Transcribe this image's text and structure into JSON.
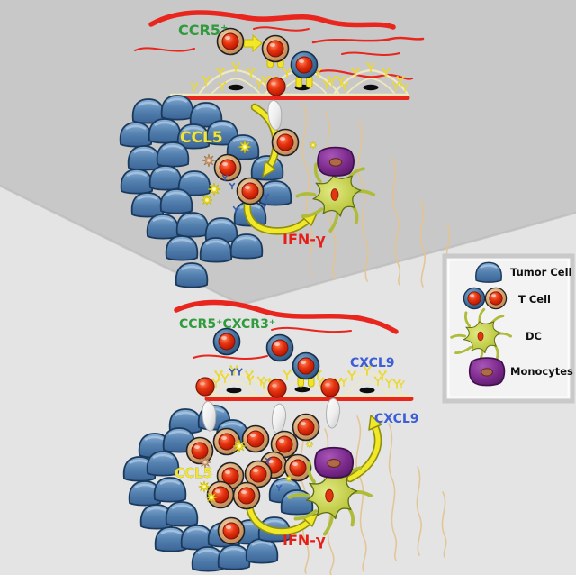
{
  "labels": {
    "top": {
      "receptor": "CCR5⁺",
      "chemokine": "CCL5",
      "cytokine": "IFN-γ"
    },
    "bottom": {
      "receptor": "CCR5⁺CXCR3⁺",
      "chemokine_vessel": "CXCL9",
      "chemokine_dc": "CXCL9",
      "chemokine_tumor": "CCL5",
      "cytokine": "IFN-γ"
    }
  },
  "legend": {
    "items": [
      {
        "icon": "tumor-cell-icon",
        "label": "Tumor Cell"
      },
      {
        "icon": "t-cell-icon",
        "label": "T Cell"
      },
      {
        "icon": "dc-icon",
        "label": "DC"
      },
      {
        "icon": "monocytes-icon",
        "label": "Monocytes"
      }
    ]
  },
  "colors": {
    "background_top": "#c8c8c8",
    "background_bottom": "#e4e4e4",
    "vessel": "#e8261d",
    "tumor_cell": "#4a76a6",
    "t_cell_core": "#e02800",
    "t_cell_ring_tan": "#cf9a66",
    "t_cell_ring_blue": "#3c6b9e",
    "dc": "#c3ce4f",
    "monocyte": "#7b2a8c",
    "label_receptor": "#2f9b3c",
    "label_ccl5": "#f2e43a",
    "label_cxcl9": "#3d5ed6",
    "label_ifng": "#e61e18"
  },
  "panels": {
    "top": {
      "tumor_cells": [
        [
          165,
          123
        ],
        [
          197,
          119
        ],
        [
          229,
          127
        ],
        [
          151,
          149
        ],
        [
          183,
          145
        ],
        [
          215,
          151
        ],
        [
          247,
          147
        ],
        [
          160,
          175
        ],
        [
          192,
          171
        ],
        [
          270,
          163
        ],
        [
          152,
          201
        ],
        [
          184,
          197
        ],
        [
          216,
          203
        ],
        [
          297,
          186
        ],
        [
          164,
          227
        ],
        [
          196,
          223
        ],
        [
          306,
          214
        ],
        [
          181,
          251
        ],
        [
          214,
          249
        ],
        [
          246,
          255
        ],
        [
          278,
          237
        ],
        [
          202,
          275
        ],
        [
          240,
          277
        ],
        [
          274,
          273
        ],
        [
          213,
          305
        ]
      ],
      "t_cells_tan": [
        [
          256,
          46
        ],
        [
          306,
          54
        ],
        [
          317,
          158
        ],
        [
          253,
          186
        ],
        [
          278,
          212
        ]
      ],
      "t_cells_blue": [
        [
          338,
          72
        ]
      ],
      "feet": [
        [
          306,
          62
        ],
        [
          338,
          84
        ]
      ],
      "red_spheres": [
        [
          307,
          96
        ]
      ],
      "drops": [
        [
          306,
          124,
          1,
          -6
        ]
      ],
      "receptors": [
        [
          216,
          96,
          0.9
        ],
        [
          247,
          95,
          0.9
        ],
        [
          288,
          93,
          0.9
        ],
        [
          310,
          95,
          0.9
        ],
        [
          363,
          93,
          0.9
        ],
        [
          383,
          95,
          0.9
        ],
        [
          440,
          95,
          0.9
        ],
        [
          450,
          97,
          0.8
        ]
      ],
      "starbursts": [
        [
          272,
          163,
          1
        ],
        [
          238,
          210,
          1
        ],
        [
          230,
          222,
          0.9
        ],
        [
          348,
          161,
          0.6
        ]
      ],
      "tan_bursts": [
        [
          232,
          178,
          1
        ]
      ],
      "blue_marks": [
        [
          250,
          197,
          1
        ],
        [
          258,
          206,
          1
        ],
        [
          296,
          218,
          1
        ],
        [
          294,
          229,
          1
        ],
        [
          262,
          232,
          1
        ]
      ]
    },
    "bottom": {
      "tumor_cells": [
        [
          206,
          467
        ],
        [
          238,
          463
        ],
        [
          172,
          494
        ],
        [
          199,
          488
        ],
        [
          258,
          479
        ],
        [
          155,
          520
        ],
        [
          181,
          514
        ],
        [
          161,
          547
        ],
        [
          189,
          543
        ],
        [
          174,
          573
        ],
        [
          202,
          570
        ],
        [
          190,
          598
        ],
        [
          219,
          596
        ],
        [
          249,
          593
        ],
        [
          278,
          590
        ],
        [
          231,
          620
        ],
        [
          260,
          618
        ],
        [
          291,
          611
        ],
        [
          305,
          587
        ],
        [
          317,
          544
        ],
        [
          330,
          557
        ]
      ],
      "t_cells_tan": [
        [
          222,
          500
        ],
        [
          252,
          490
        ],
        [
          284,
          487
        ],
        [
          316,
          493
        ],
        [
          304,
          516
        ],
        [
          331,
          519
        ],
        [
          256,
          528
        ],
        [
          287,
          526
        ],
        [
          245,
          549
        ],
        [
          274,
          550
        ],
        [
          257,
          589
        ],
        [
          340,
          474
        ]
      ],
      "t_cells_blue": [
        [
          252,
          379
        ],
        [
          311,
          386
        ],
        [
          340,
          406
        ]
      ],
      "feet": [
        [
          340,
          416
        ]
      ],
      "red_spheres": [
        [
          228,
          429
        ],
        [
          308,
          431
        ],
        [
          367,
          430
        ]
      ],
      "drops": [
        [
          233,
          458,
          1,
          -5
        ],
        [
          311,
          461,
          1,
          4
        ],
        [
          371,
          455,
          1,
          3
        ]
      ],
      "receptors": [
        [
          240,
          424,
          0.9
        ],
        [
          250,
          419,
          0.9
        ],
        [
          278,
          421,
          0.9
        ],
        [
          290,
          422,
          0.9
        ],
        [
          302,
          426,
          0.9
        ],
        [
          356,
          423,
          0.9
        ],
        [
          382,
          423,
          0.9
        ],
        [
          420,
          422,
          0.9
        ],
        [
          432,
          424,
          0.9
        ],
        [
          446,
          426,
          0.8
        ]
      ],
      "starbursts": [
        [
          266,
          495,
          1
        ],
        [
          227,
          540,
          0.9
        ],
        [
          235,
          552,
          0.9
        ],
        [
          321,
          531,
          0.6
        ],
        [
          344,
          493,
          0.6
        ]
      ],
      "tan_bursts": [
        [
          228,
          513,
          0.9
        ]
      ],
      "blue_marks": [
        [
          258,
          412,
          1.1
        ],
        [
          266,
          412,
          1.1
        ],
        [
          298,
          511,
          1
        ],
        [
          310,
          541,
          1
        ]
      ]
    }
  }
}
